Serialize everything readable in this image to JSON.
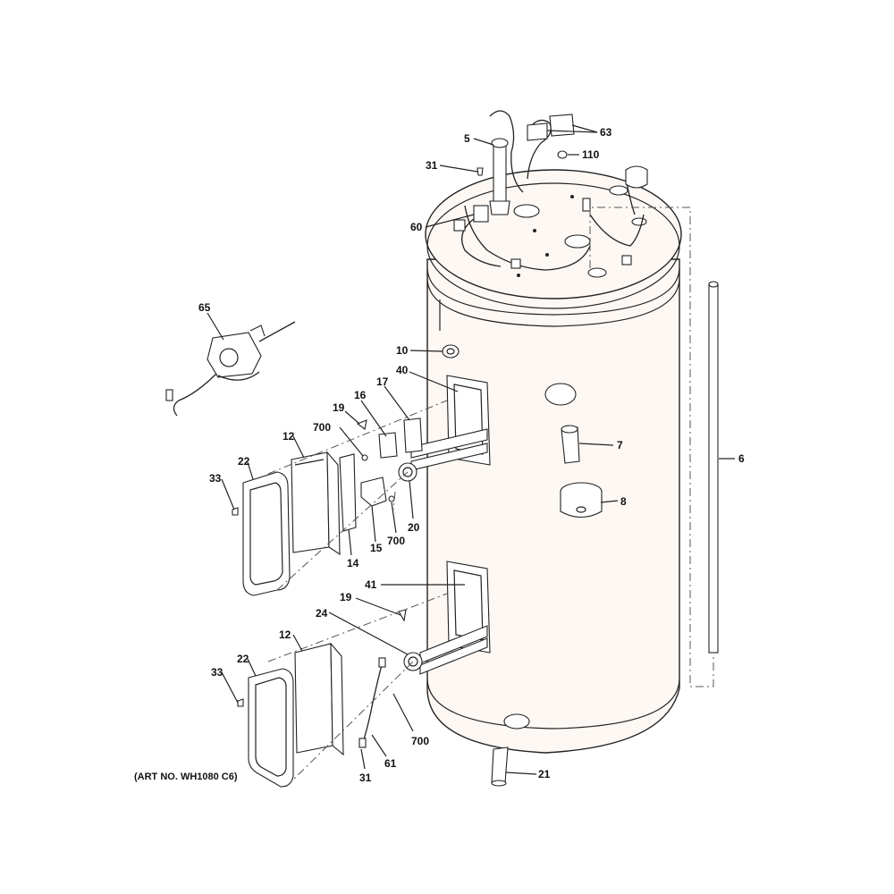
{
  "art_number": "(ART NO. WH1080 C6)",
  "callouts": {
    "c5": "5",
    "c31_top": "31",
    "c60": "60",
    "c63": "63",
    "c110": "110",
    "c65": "65",
    "c10": "10",
    "c40": "40",
    "c16": "16",
    "c17": "17",
    "c19_top": "19",
    "c700_top_a": "700",
    "c12_top": "12",
    "c22_top": "22",
    "c33_top": "33",
    "c14": "14",
    "c15": "15",
    "c700_top_b": "700",
    "c20": "20",
    "c7": "7",
    "c8": "8",
    "c6": "6",
    "c41": "41",
    "c19_bot": "19",
    "c24": "24",
    "c12_bot": "12",
    "c22_bot": "22",
    "c33_bot": "33",
    "c700_bot": "700",
    "c31_bot": "31",
    "c61": "61",
    "c21": "21"
  }
}
